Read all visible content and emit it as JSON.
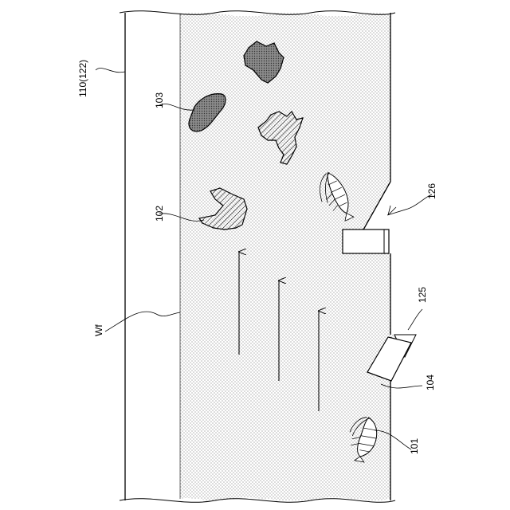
{
  "labels": {
    "channel": "110(122)",
    "fluid": "Wf",
    "debris_large": "103",
    "debris_hatched": "102",
    "inlet": "126",
    "outlet": "125",
    "plate": "104",
    "organism": "101"
  },
  "colors": {
    "line": "#000000",
    "fluid_dots": "#555555",
    "background": "#ffffff",
    "debris_fill": "#6e6e6e"
  },
  "icons": {
    "organism": "shrimp-icon",
    "flow": "arrow-up-icon"
  }
}
